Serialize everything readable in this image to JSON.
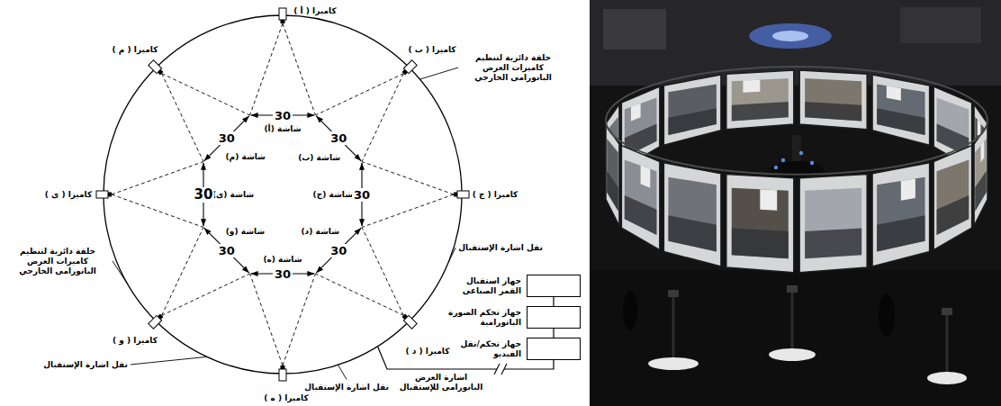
{
  "diagram": {
    "nodes": [
      {
        "text": [
          "جهاز استقبال القمر الصناعى"
        ]
      },
      {
        "text": [
          "جهاز تحكم الصورة البانورامية"
        ]
      },
      {
        "text": [
          "جهاز تحكم/نقل الفيديو"
        ]
      }
    ],
    "edges": [
      {
        "from": 0,
        "to": 1,
        "arrow": "none"
      },
      {
        "from": 1,
        "to": 2,
        "arrow": "none"
      }
    ],
    "labels": [
      "كاميرا ( أ )",
      "كاميرا ( ب )",
      "كاميرا ( ج )",
      "كاميرا ( د )",
      "كاميرا ( ه )",
      "كاميرا ( و )",
      "كاميرا ( ى )",
      "كاميرا ( م )",
      "شاشة (أ)",
      "شاشة (ب)",
      "شاشة (ج)",
      "شاشة (د)",
      "شاشة (ه)",
      "شاشة (و)",
      "شاشة (ى)",
      "شاشة (م)",
      "30",
      "30",
      "30",
      "30",
      "30",
      "30",
      "30",
      "30",
      "حلقة دائرية لتنظيم كاميرات العرض البانورامى الخارجي",
      "حلقة دائرية لتنظيم كاميرات العرض البانورامى الخارجي",
      "نقل اشارة الإستقبال",
      "نقل اشارة الإستقبال",
      "نقل اشارة الإستقبال",
      "اشارة العرض البانورامى للإستقبال"
    ]
  }
}
